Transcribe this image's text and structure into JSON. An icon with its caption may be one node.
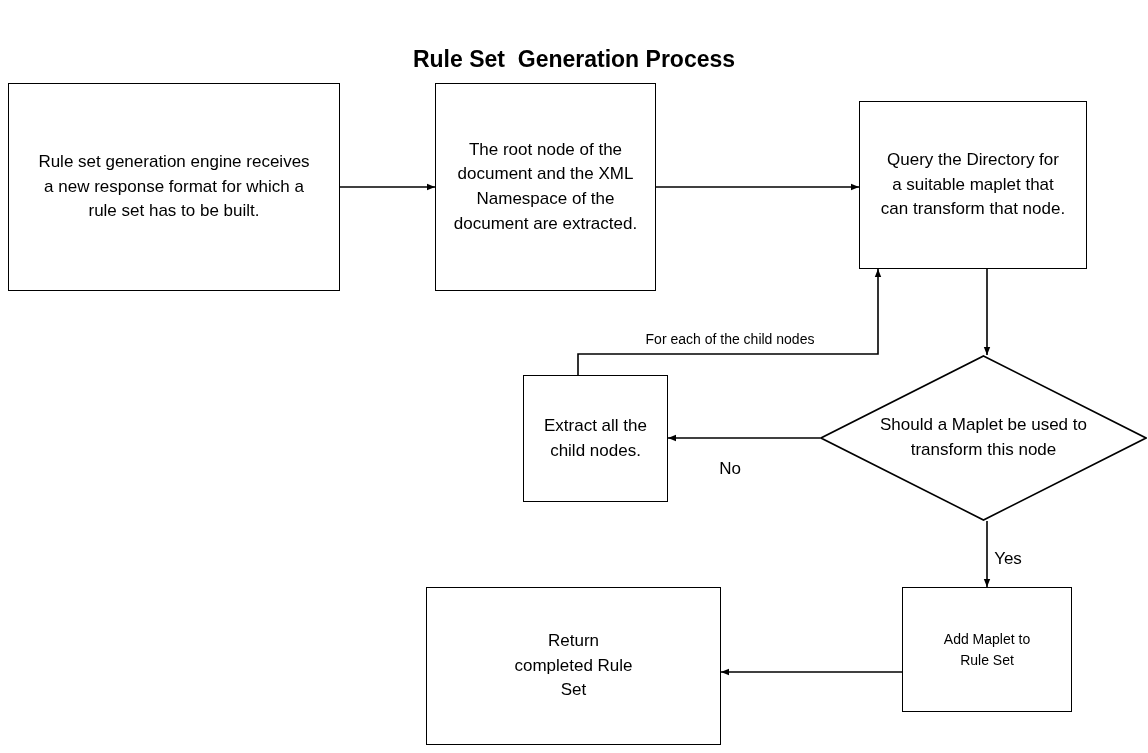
{
  "diagram": {
    "title": "Rule Set  Generation Process",
    "nodes": [
      {
        "text": [
          "Rule set generation engine receives a new response format for which a rule set has to be built."
        ]
      },
      {
        "text": [
          "The root node of the document and the XML Namespace of the document are extracted."
        ]
      },
      {
        "text": [
          "Query the Directory for a suitable maplet that can transform that node."
        ]
      },
      {
        "text": [
          "Should a Maplet be used to transform this node"
        ]
      },
      {
        "text": [
          "Extract all the child nodes."
        ]
      },
      {
        "text": [
          "Add Maplet to Rule Set"
        ]
      },
      {
        "text": [
          "Return completed Rule Set"
        ]
      }
    ],
    "edges": [
      {
        "from": 0,
        "to": 1,
        "arrow": "to"
      },
      {
        "from": 1,
        "to": 2,
        "arrow": "to"
      },
      {
        "from": 2,
        "to": 3,
        "arrow": "to"
      },
      {
        "from": 3,
        "to": 4,
        "arrow": "to",
        "label": "No"
      },
      {
        "from": 4,
        "to": 2,
        "arrow": "to",
        "label": "For each of the child nodes"
      },
      {
        "from": 3,
        "to": 5,
        "arrow": "to",
        "label": "Yes"
      },
      {
        "from": 5,
        "to": 6,
        "arrow": "to"
      }
    ]
  }
}
